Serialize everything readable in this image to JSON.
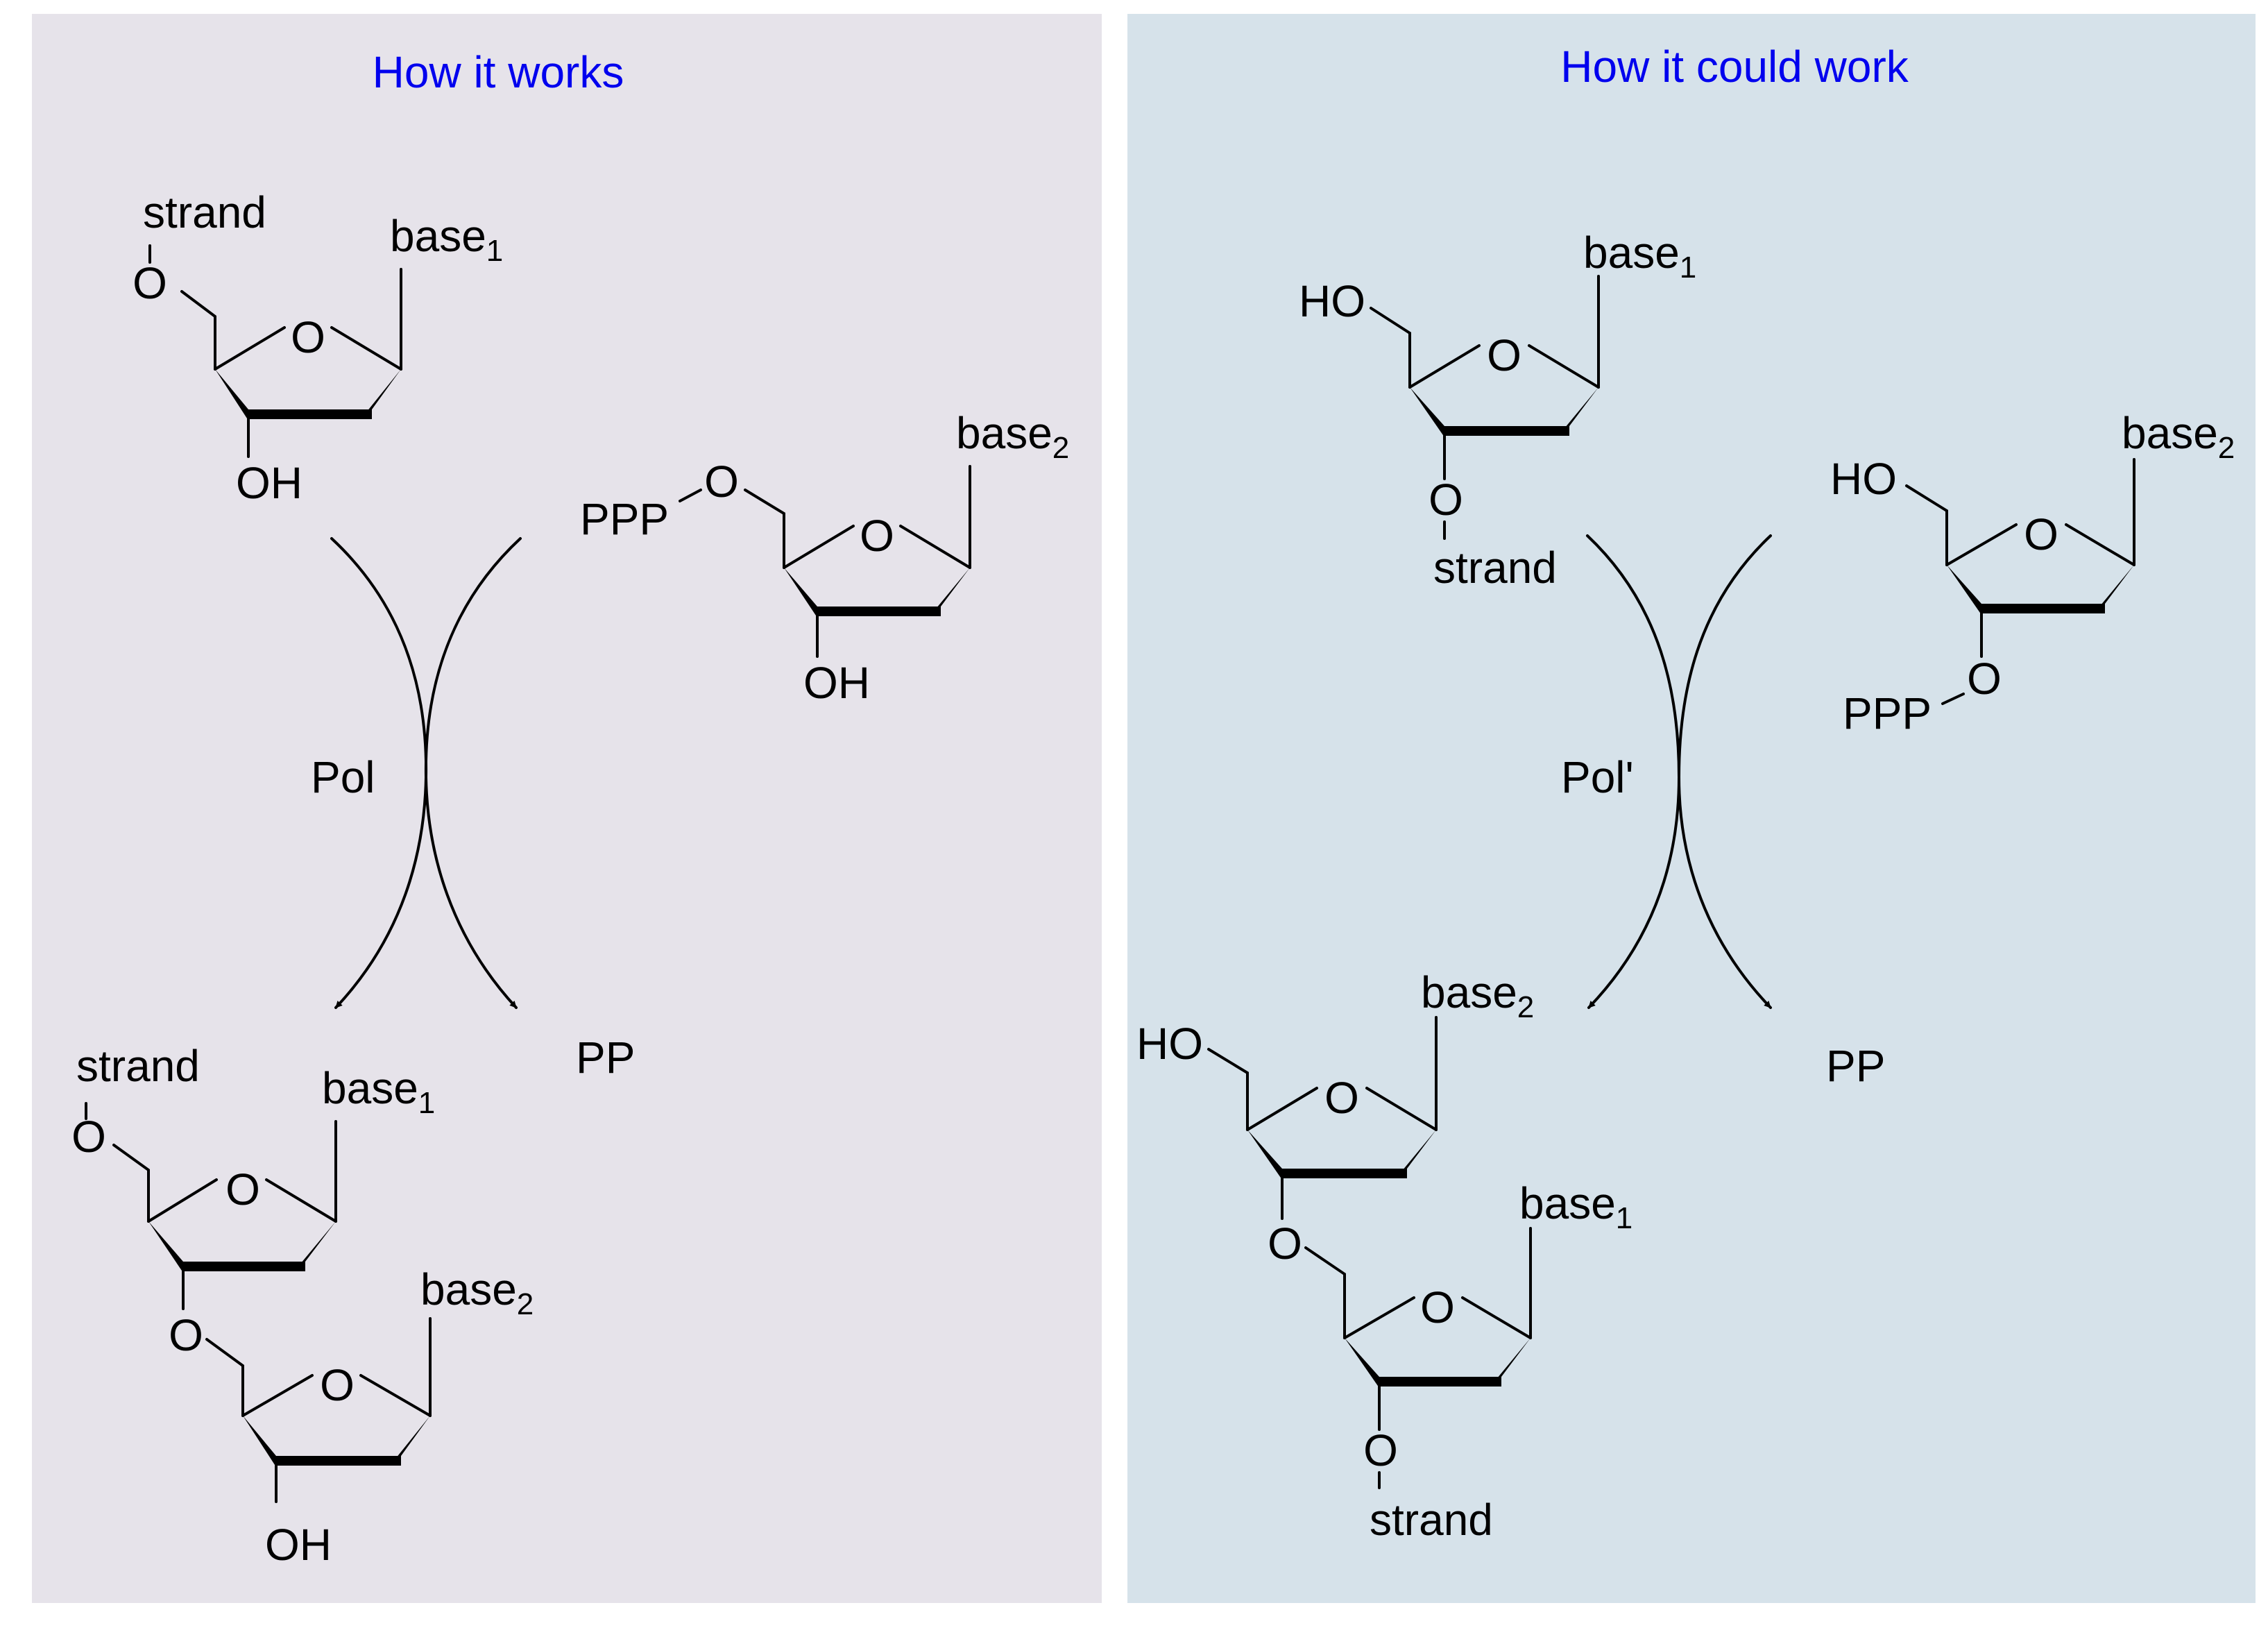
{
  "colors": {
    "left_panel_bg": "#e6e3ea",
    "right_panel_bg": "#d6e2ea",
    "title_color": "#0000ee",
    "ink": "#000000"
  },
  "left": {
    "title": "How it works",
    "enzyme": "Pol",
    "byproduct": "PP",
    "labels": {
      "strand": "strand",
      "base": "base",
      "sub1": "1",
      "sub2": "2",
      "oh": "OH",
      "o": "O",
      "ppp": "PPP"
    }
  },
  "right": {
    "title": "How it could work",
    "enzyme": "Pol'",
    "byproduct": "PP",
    "labels": {
      "strand": "strand",
      "base": "base",
      "sub1": "1",
      "sub2": "2",
      "ho": "HO",
      "o": "O",
      "ppp": "PPP"
    }
  }
}
